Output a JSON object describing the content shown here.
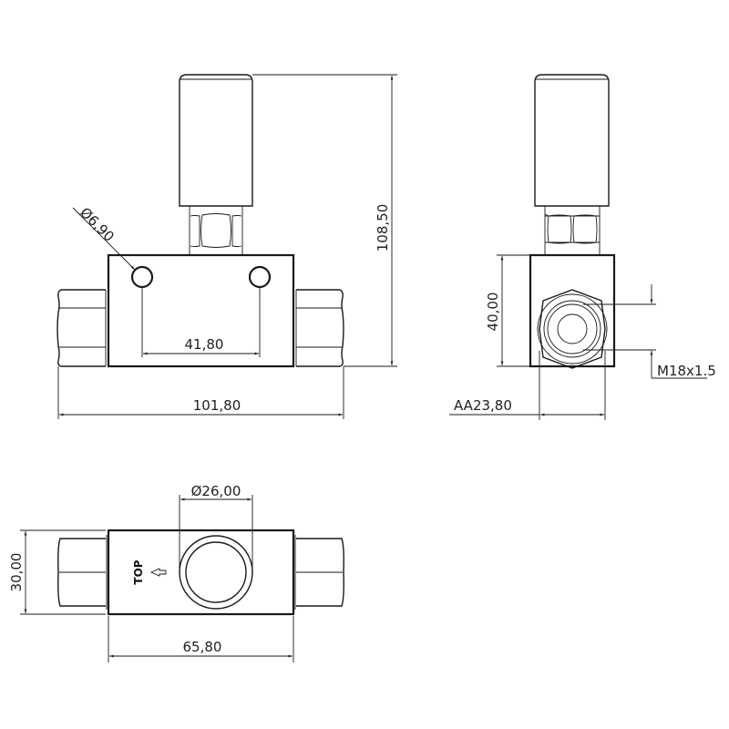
{
  "drawing": {
    "views": {
      "front": {
        "label": "front-view",
        "dimensions": {
          "overall_height": "108,50",
          "hole_diameter": "Ø6,90",
          "hole_spacing": "41,80",
          "overall_length": "101,80"
        }
      },
      "side": {
        "label": "side-view",
        "dimensions": {
          "body_height": "40,00",
          "thread": "M18x1.5",
          "across_flats": "AA23,80"
        }
      },
      "top": {
        "label": "top-view",
        "dimensions": {
          "body_width": "30,00",
          "port_diameter": "Ø26,00",
          "body_length": "65,80"
        },
        "marking": {
          "text": "TOP",
          "arrow": "arrow-left-icon"
        }
      }
    },
    "colors": {
      "line": "#1a1a1a",
      "text": "#222222",
      "background": "#ffffff"
    }
  }
}
